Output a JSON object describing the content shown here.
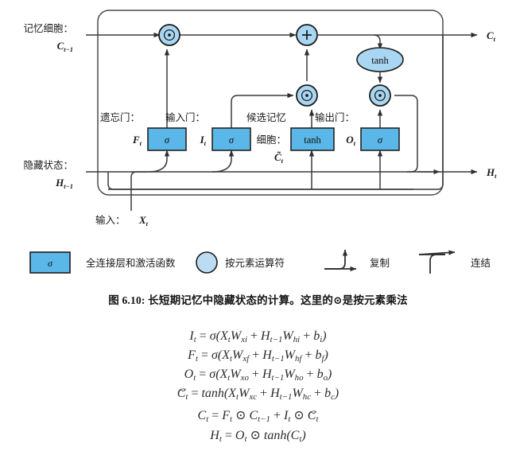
{
  "figure": {
    "caption": "图 6.10: 长短期记忆中隐藏状态的计算。这里的⊙是按元素乘法",
    "accent_blue": "#5BB7E8",
    "operator_blue": "#A9D6F2",
    "stroke": "#3a3a3a"
  },
  "diagram": {
    "inputs": [
      {
        "name": "memory-cell",
        "label_line1": "记忆细胞：",
        "label_line2": "C",
        "label_sub": "t−1"
      },
      {
        "name": "hidden-state",
        "label_line1": "隐藏状态：",
        "label_line2": "H",
        "label_sub": "t−1"
      },
      {
        "name": "input",
        "label_line1": "输入：",
        "label_line2": "X",
        "label_sub": "t"
      }
    ],
    "outputs": [
      {
        "name": "memory-cell-out",
        "symbol": "C",
        "sub": "t"
      },
      {
        "name": "hidden-state-out",
        "symbol": "H",
        "sub": "t"
      }
    ],
    "gates": [
      {
        "name": "forget-gate",
        "title": "遗忘门：",
        "symbol": "F",
        "sub": "t",
        "activation": "σ"
      },
      {
        "name": "input-gate",
        "title": "输入门：",
        "symbol": "I",
        "sub": "t",
        "activation": "σ"
      },
      {
        "name": "candidate-memory",
        "title_line1": "候选记忆",
        "title_line2": "细胞：",
        "symbol": "C̃",
        "sub": "t",
        "activation": "tanh"
      },
      {
        "name": "output-gate",
        "title": "输出门：",
        "symbol": "O",
        "sub": "t",
        "activation": "σ"
      }
    ],
    "operators": [
      {
        "name": "elementwise-multiply-forget",
        "glyph": "⊙"
      },
      {
        "name": "elementwise-add",
        "glyph": "+"
      },
      {
        "name": "elementwise-multiply-input",
        "glyph": "⊙"
      },
      {
        "name": "elementwise-multiply-output",
        "glyph": "⊙"
      }
    ],
    "tanh_node": {
      "name": "tanh-node",
      "label": "tanh"
    }
  },
  "legend": {
    "items": [
      {
        "name": "legend-dense-layer",
        "icon": "sigma-box-icon",
        "glyph": "σ",
        "label": "全连接层和激活函数"
      },
      {
        "name": "legend-elementwise-op",
        "icon": "circle-icon",
        "label": "按元素运算符"
      },
      {
        "name": "legend-copy",
        "icon": "copy-arrow-icon",
        "label": "复制"
      },
      {
        "name": "legend-concat",
        "icon": "concat-arrow-icon",
        "label": "连结"
      }
    ]
  },
  "equations": [
    {
      "name": "equation-input-gate",
      "lhs": "I",
      "lhs_sub": "t",
      "fn": "σ",
      "text": "I_t = σ(X_t W_xi + H_{t−1} W_hi + b_i)"
    },
    {
      "name": "equation-forget-gate",
      "lhs": "F",
      "lhs_sub": "t",
      "fn": "σ",
      "text": "F_t = σ(X_t W_xf + H_{t−1} W_hf + b_f)"
    },
    {
      "name": "equation-output-gate",
      "lhs": "O",
      "lhs_sub": "t",
      "fn": "σ",
      "text": "O_t = σ(X_t W_xo + H_{t−1} W_ho + b_o)"
    },
    {
      "name": "equation-candidate-memory",
      "lhs": "C̃",
      "lhs_sub": "t",
      "fn": "tanh",
      "text": "C̃_t = tanh(X_t W_xc + H_{t−1} W_hc + b_c)"
    },
    {
      "name": "equation-memory-cell",
      "lhs": "C",
      "lhs_sub": "t",
      "text": "C_t = F_t ⊙ C_{t−1} + I_t ⊙ C̃_t"
    },
    {
      "name": "equation-hidden-state",
      "lhs": "H",
      "lhs_sub": "t",
      "text": "H_t = O_t ⊙ tanh(C_t)"
    }
  ]
}
